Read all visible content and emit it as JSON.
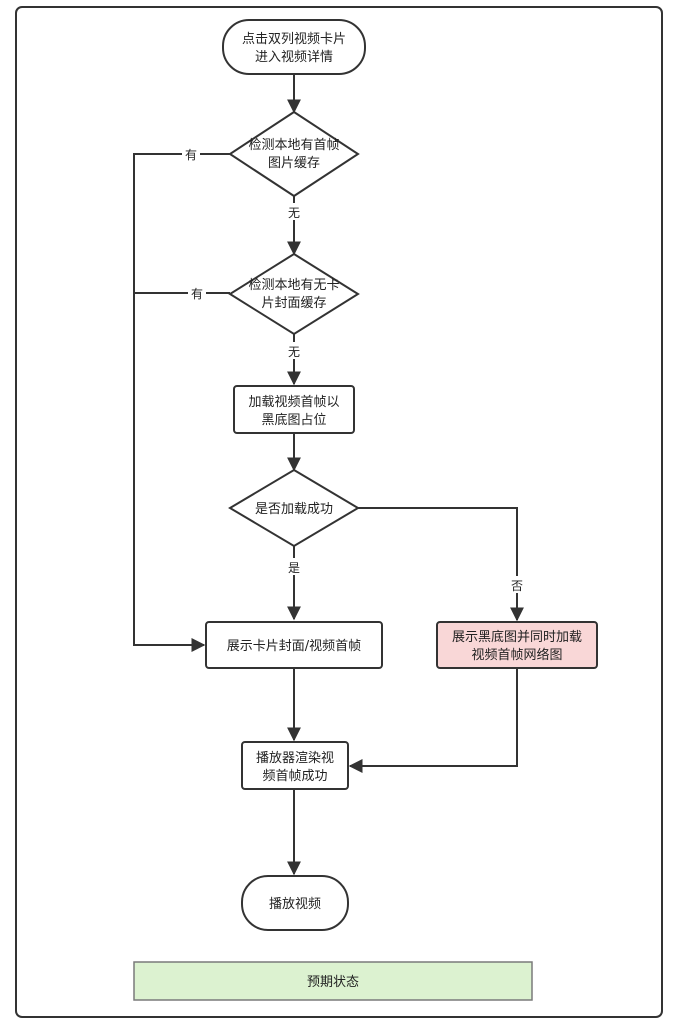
{
  "nodes": {
    "start": {
      "lines": [
        "点击双列视频卡片",
        "进入视频详情"
      ]
    },
    "check_first_frame_cache": {
      "lines": [
        "检测本地有首帧",
        "图片缓存"
      ]
    },
    "check_cover_cache": {
      "lines": [
        "检测本地有无卡",
        "片封面缓存"
      ]
    },
    "load_first_frame": {
      "lines": [
        "加载视频首帧以",
        "黑底图占位"
      ]
    },
    "load_success": {
      "lines": [
        "是否加载成功"
      ]
    },
    "show_cover": {
      "lines": [
        "展示卡片封面/视频首帧"
      ]
    },
    "show_black_and_load": {
      "lines": [
        "展示黑底图并同时加载",
        "视频首帧网络图"
      ]
    },
    "render_success": {
      "lines": [
        "播放器渲染视",
        "频首帧成功"
      ]
    },
    "play_video": {
      "lines": [
        "播放视频"
      ]
    }
  },
  "edges": {
    "first_cache_yes": "有",
    "first_cache_no": "无",
    "cover_cache_yes": "有",
    "cover_cache_no": "无",
    "load_yes": "是",
    "load_no": "否"
  },
  "legend": {
    "label": "预期状态"
  }
}
